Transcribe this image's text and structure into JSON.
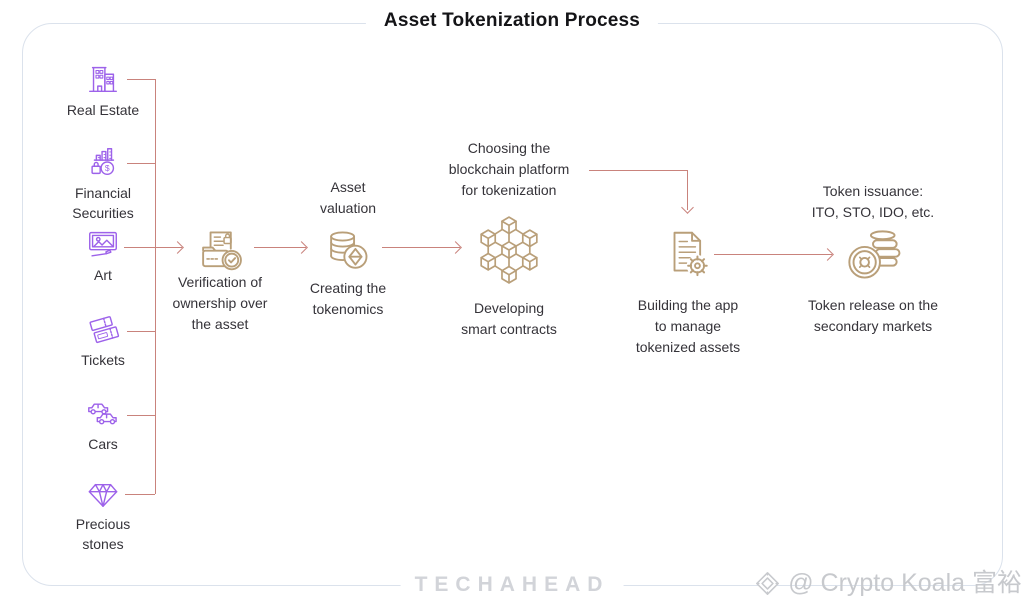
{
  "title": "Asset Tokenization Process",
  "assets": {
    "items": [
      {
        "label": "Real Estate",
        "icon": "building-icon"
      },
      {
        "label": "Financial\nSecurities",
        "icon": "securities-chart-icon"
      },
      {
        "label": "Art",
        "icon": "picture-frame-icon"
      },
      {
        "label": "Tickets",
        "icon": "tickets-icon"
      },
      {
        "label": "Cars",
        "icon": "cars-icon"
      },
      {
        "label": "Precious\nstones",
        "icon": "diamond-icon"
      }
    ]
  },
  "steps": [
    {
      "bottom_label": "Verification of\nownership over\nthe asset",
      "icon": "verification-document-icon"
    },
    {
      "top_label": "Asset\nvaluation",
      "bottom_label": "Creating the\ntokenomics",
      "icon": "coin-stack-eth-icon"
    },
    {
      "top_label": "Choosing the\nblockchain platform\nfor tokenization",
      "bottom_label": "Developing\nsmart contracts",
      "icon": "blockchain-cubes-icon"
    },
    {
      "bottom_label": "Building the app\nto manage\ntokenized assets",
      "icon": "document-gear-icon"
    },
    {
      "top_label": "Token issuance:\nITO, STO, IDO, etc.",
      "bottom_label": "Token release on the\nsecondary markets",
      "icon": "token-coins-icon"
    }
  ],
  "footer": {
    "brand": "TECHAHEAD",
    "watermark": "@ Crypto Koala 富裕",
    "watermark_icon": "diamond-logo-icon"
  },
  "colors": {
    "asset_icon": "#9d62ea",
    "step_icon": "#b99f79",
    "connector": "#c9837c",
    "text": "#353339",
    "title": "#141417",
    "frame_border": "#dbe2ec",
    "brand_gray": "#d2d4d9",
    "watermark_gray": "#c7c9cd"
  }
}
